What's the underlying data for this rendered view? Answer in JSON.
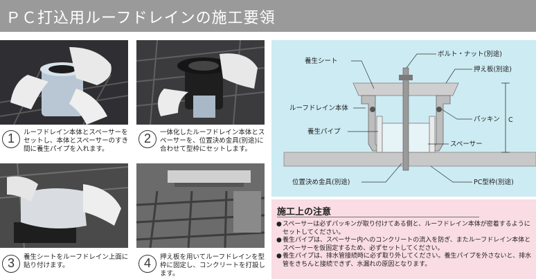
{
  "title": "ＰＣ打込用ルーフドレインの施工要領",
  "steps": [
    {
      "num": "1",
      "text": "ルーフドレイン本体とスペーサーをセットし、本体とスペーサーのすき間に養生パイプを入れます。"
    },
    {
      "num": "2",
      "text": "一体化したルーフドレイン本体とスペーサーを、位置決め金具(別途)に合わせて型枠にセットします。"
    },
    {
      "num": "3",
      "text": "養生シートをルーフドレイン上面に貼り付けます。"
    },
    {
      "num": "4",
      "text": "押え板を用いてルーフドレインを型枠に固定し、コンクリートを打設します。"
    }
  ],
  "diagram": {
    "labels": {
      "bolt_nut": "ボルト・ナット(別途)",
      "protective_sheet": "養生シート",
      "press_plate": "押え板(別途)",
      "roof_drain_body": "ルーフドレイン本体",
      "packing": "パッキン",
      "curing_pipe": "養生パイプ",
      "spacer": "スペーサー",
      "positioning_fitting": "位置決め金具(別途)",
      "pc_formwork": "PC型枠(別途)",
      "dimension_c": "C"
    }
  },
  "notes": {
    "title": "施工上の注意",
    "bullet": "●",
    "items": [
      "スペーサーは必ずパッキンが取り付けてある側と、ルーフドレイン本体が密着するようにセットしてください。",
      "養生パイプは、スペーサー内へのコンクリートの流入を防ぎ、またルーフドレイン本体とスペーサーを仮固定するため、必ずセットしてください。",
      "養生パイプは、排水管接続時に必ず取り外してください。養生パイプを外さないと、排水管をきちんと接続できず、水漏れの原因となります。"
    ]
  },
  "colors": {
    "title_bar": "#9a9a9a",
    "diagram_bg": "#cdebf3",
    "notes_bg": "#f9dce4"
  }
}
